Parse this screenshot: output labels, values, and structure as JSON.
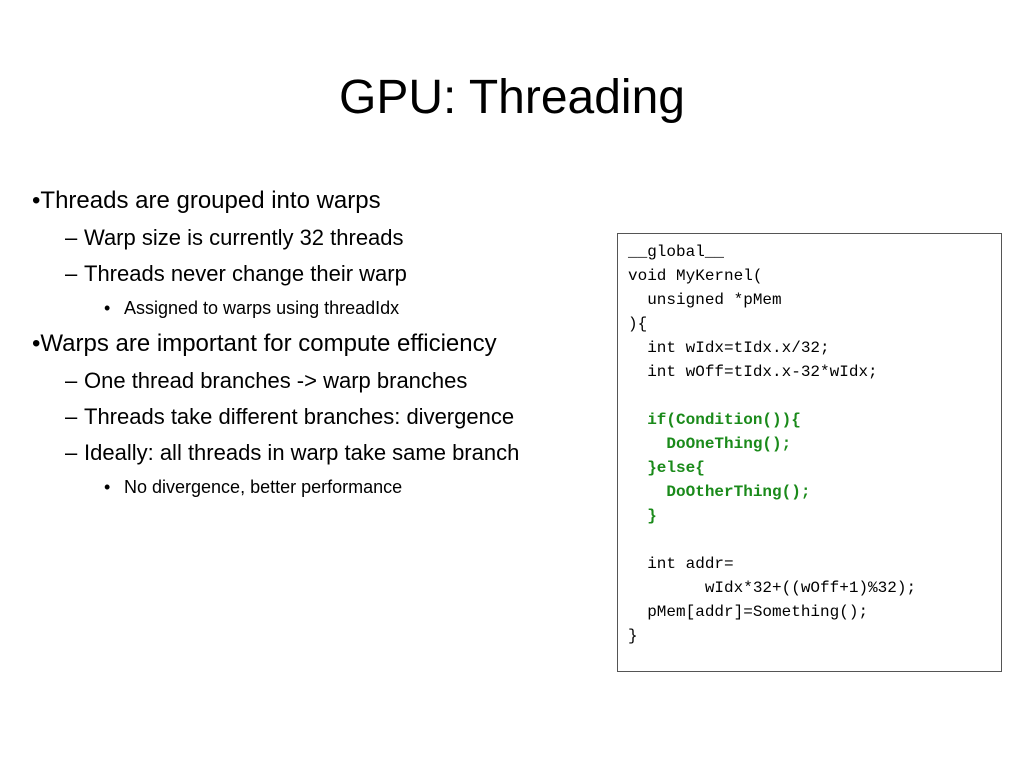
{
  "slide": {
    "title": "GPU: Threading"
  },
  "bullets": [
    {
      "level": 1,
      "marker": "•",
      "text": "Threads are grouped into warps"
    },
    {
      "level": 2,
      "marker": "–",
      "text": "Warp size is currently 32 threads"
    },
    {
      "level": 2,
      "marker": "–",
      "text": "Threads never change their warp"
    },
    {
      "level": 3,
      "marker": "•",
      "text": "Assigned to warps using threadIdx"
    },
    {
      "level": 1,
      "marker": "•",
      "text": "Warps are important for compute efficiency"
    },
    {
      "level": 2,
      "marker": "–",
      "text": "One thread branches -> warp branches"
    },
    {
      "level": 2,
      "marker": "–",
      "text": "Threads take different branches: divergence"
    },
    {
      "level": 2,
      "marker": "–",
      "text": "Ideally: all threads in warp take same branch"
    },
    {
      "level": 3,
      "marker": "•",
      "text": "No divergence, better performance"
    }
  ],
  "code": {
    "highlight_color": "#1a8a1a",
    "lines": [
      {
        "text": "__global__",
        "highlight": false
      },
      {
        "text": "void MyKernel(",
        "highlight": false
      },
      {
        "text": "  unsigned *pMem",
        "highlight": false
      },
      {
        "text": "){",
        "highlight": false
      },
      {
        "text": "  int wIdx=tIdx.x/32;",
        "highlight": false
      },
      {
        "text": "  int wOff=tIdx.x-32*wIdx;",
        "highlight": false
      },
      {
        "text": "",
        "highlight": false
      },
      {
        "text": "  if(Condition()){",
        "highlight": true
      },
      {
        "text": "    DoOneThing();",
        "highlight": true
      },
      {
        "text": "  }else{",
        "highlight": true
      },
      {
        "text": "    DoOtherThing();",
        "highlight": true
      },
      {
        "text": "  }",
        "highlight": true
      },
      {
        "text": "",
        "highlight": false
      },
      {
        "text": "  int addr=",
        "highlight": false
      },
      {
        "text": "        wIdx*32+((wOff+1)%32);",
        "highlight": false
      },
      {
        "text": "  pMem[addr]=Something();",
        "highlight": false
      },
      {
        "text": "}",
        "highlight": false
      }
    ]
  }
}
